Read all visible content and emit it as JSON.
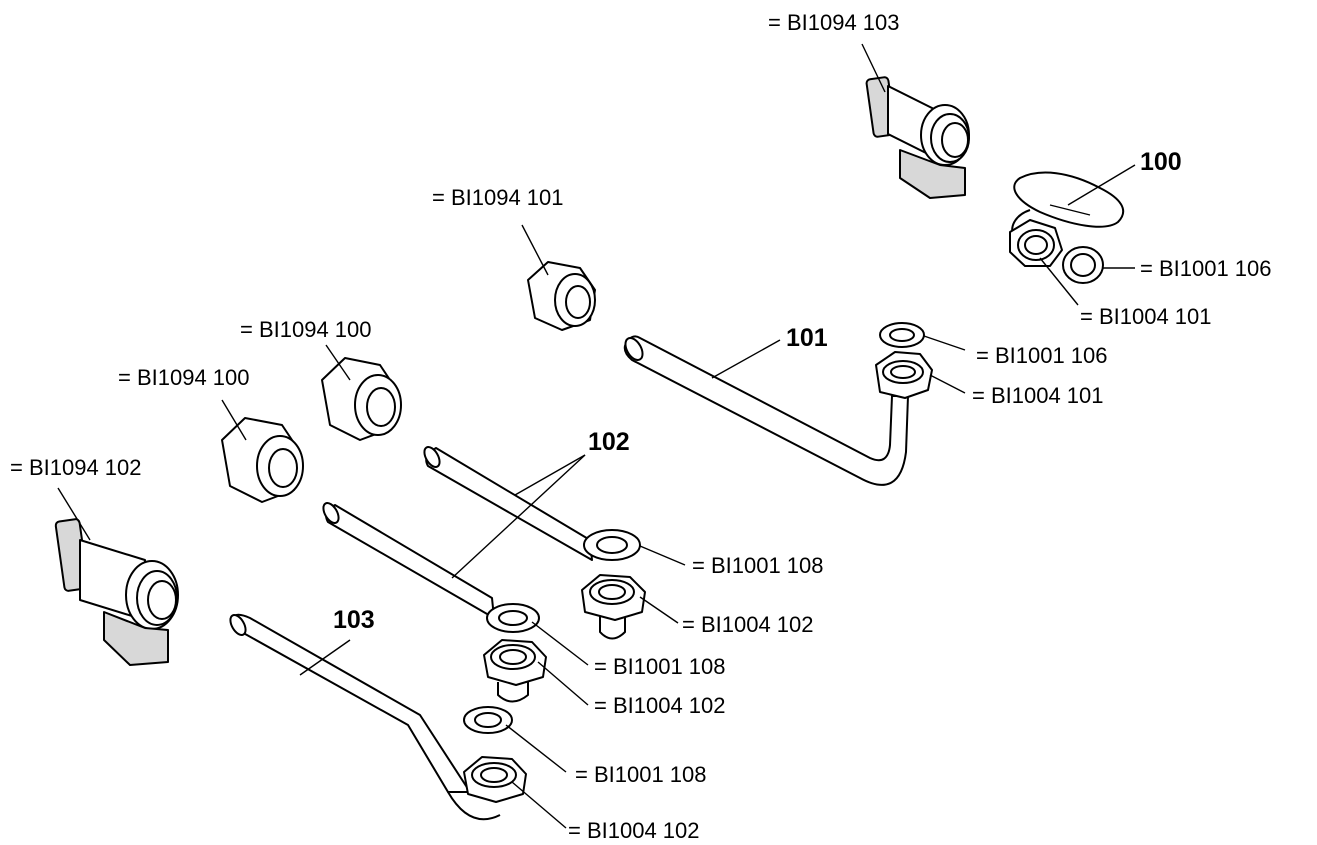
{
  "callouts": {
    "c1": "= BI1094 103",
    "c2": "= BI1094 101",
    "c3": "= BI1001 106",
    "c4": "= BI1004 101",
    "c5": "= BI1001 106",
    "c6": "= BI1004 101",
    "c7": "= BI1094 100",
    "c8": "= BI1094 100",
    "c9": "= BI1094 102",
    "c10": "= BI1001 108",
    "c11": "= BI1004 102",
    "c12": "= BI1001 108",
    "c13": "= BI1004 102",
    "c14": "= BI1001 108",
    "c15": "= BI1004 102"
  },
  "item_numbers": {
    "n100": "100",
    "n101": "101",
    "n102": "102",
    "n103": "103"
  }
}
